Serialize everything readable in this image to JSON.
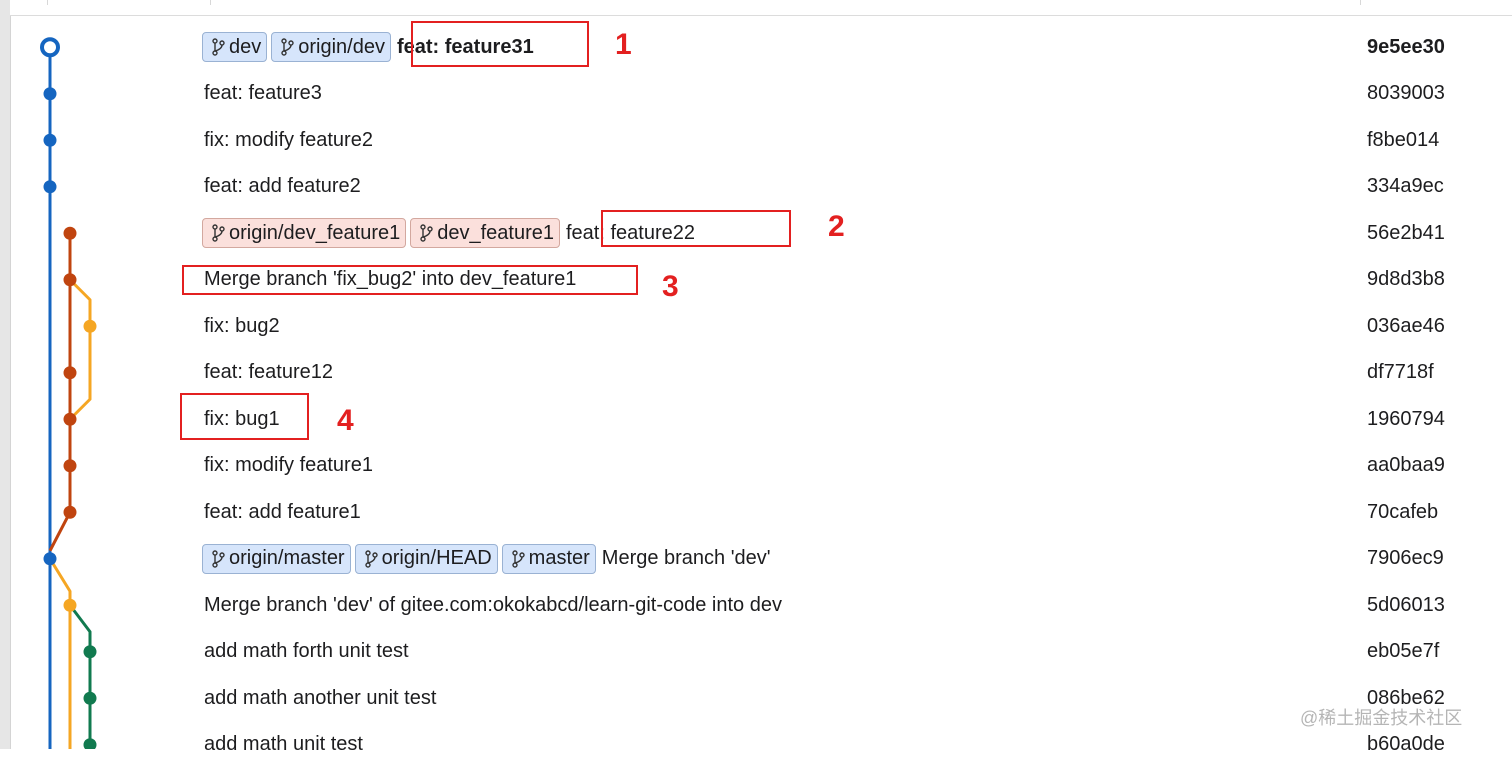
{
  "graph_colors": {
    "main": "#1565c0",
    "feature": "#c0440f",
    "bugfix": "#f5a623",
    "merge_dev": "#f5a623",
    "math": "#117a4f"
  },
  "commits": [
    {
      "subject": "feat: feature31",
      "hash": "9e5ee30",
      "bold": true,
      "refs": [
        {
          "label": "dev",
          "color": "blue"
        },
        {
          "label": "origin/dev",
          "color": "blue"
        }
      ]
    },
    {
      "subject": "feat: feature3",
      "hash": "8039003",
      "refs": []
    },
    {
      "subject": "fix: modify feature2",
      "hash": "f8be014",
      "refs": []
    },
    {
      "subject": "feat: add feature2",
      "hash": "334a9ec",
      "refs": []
    },
    {
      "subject": "feat: feature22",
      "hash": "56e2b41",
      "refs": [
        {
          "label": "origin/dev_feature1",
          "color": "red"
        },
        {
          "label": "dev_feature1",
          "color": "red"
        }
      ]
    },
    {
      "subject": "Merge branch 'fix_bug2' into dev_feature1",
      "hash": "9d8d3b8",
      "refs": []
    },
    {
      "subject": "fix: bug2",
      "hash": "036ae46",
      "refs": []
    },
    {
      "subject": "feat: feature12",
      "hash": "df7718f",
      "refs": []
    },
    {
      "subject": "fix: bug1",
      "hash": "1960794",
      "refs": []
    },
    {
      "subject": "fix: modify feature1",
      "hash": "aa0baa9",
      "refs": []
    },
    {
      "subject": "feat: add feature1",
      "hash": "70cafeb",
      "refs": []
    },
    {
      "subject": "Merge branch 'dev'",
      "hash": "7906ec9",
      "refs": [
        {
          "label": "origin/master",
          "color": "blue"
        },
        {
          "label": "origin/HEAD",
          "color": "blue"
        },
        {
          "label": "master",
          "color": "blue"
        }
      ]
    },
    {
      "subject": "Merge branch 'dev' of gitee.com:okokabcd/learn-git-code into dev",
      "hash": "5d06013",
      "refs": []
    },
    {
      "subject": "add math forth unit test",
      "hash": "eb05e7f",
      "refs": []
    },
    {
      "subject": "add math another unit test",
      "hash": "086be62",
      "refs": []
    },
    {
      "subject": "add math unit test",
      "hash": "b60a0de",
      "refs": []
    }
  ],
  "annotations": [
    {
      "number": "1",
      "row": 0
    },
    {
      "number": "2",
      "row": 4
    },
    {
      "number": "3",
      "row": 5
    },
    {
      "number": "4",
      "row": 8
    }
  ],
  "watermark": "@稀土掘金技术社区"
}
